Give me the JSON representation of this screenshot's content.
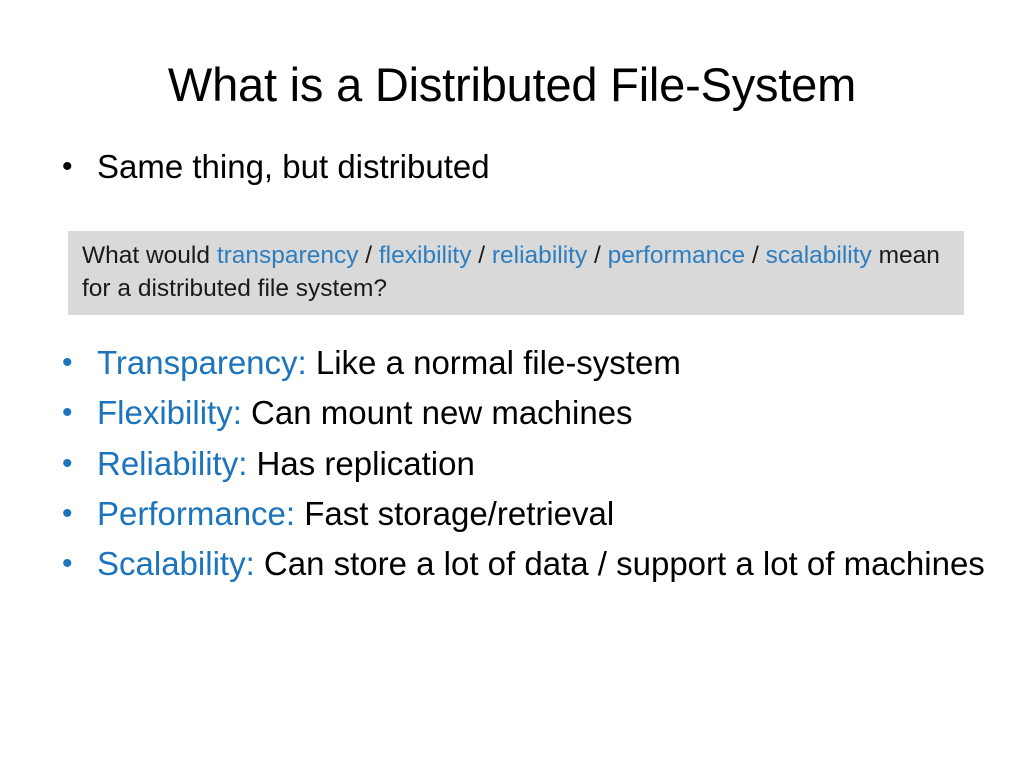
{
  "slide": {
    "title": "What is a Distributed File-System",
    "intro_bullet": {
      "marker": "•",
      "text": "Same thing, but distributed"
    },
    "callout": {
      "prefix": "What would ",
      "terms": [
        "transparency",
        "flexibility",
        "reliability",
        "performance",
        "scalability"
      ],
      "separator": " / ",
      "suffix": " mean for a distributed file system?",
      "full_text": "What would transparency / flexibility / reliability / performance / scalability mean for a distributed file system?",
      "background_color": "#D9D9D9",
      "highlight_color": "#2E7EBF"
    },
    "points": [
      {
        "marker": "•",
        "term": "Transparency:",
        "detail": " Like a normal file-system"
      },
      {
        "marker": "•",
        "term": "Flexibility:",
        "detail": " Can mount new machines"
      },
      {
        "marker": "•",
        "term": "Reliability:",
        "detail": " Has replication"
      },
      {
        "marker": "•",
        "term": "Performance:",
        "detail": " Fast storage/retrieval"
      },
      {
        "marker": "•",
        "term": "Scalability:",
        "detail": " Can store a lot of data / support a lot of machines"
      }
    ],
    "colors": {
      "background": "#FFFFFF",
      "text": "#000000",
      "accent_blue": "#1C74BC",
      "callout_background": "#D9D9D9"
    }
  }
}
